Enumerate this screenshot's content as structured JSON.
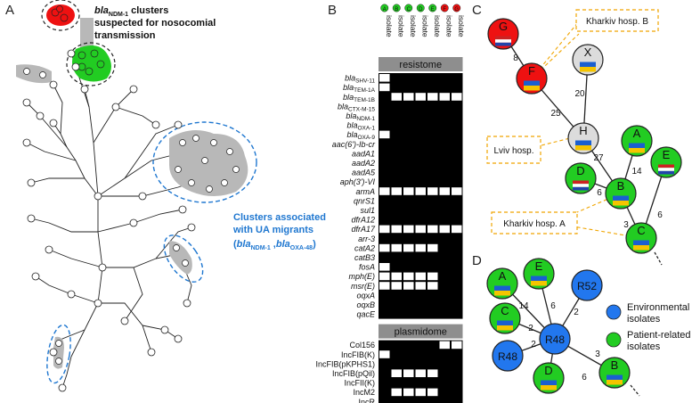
{
  "panel_labels": {
    "a": "A",
    "b": "B",
    "c": "C",
    "d": "D"
  },
  "panel_a": {
    "annotation_ndm_prefix": "bla",
    "annotation_ndm_sub": "NDM-1",
    "annotation_ndm_rest": " clusters",
    "annotation_ndm_line2": "suspected for nosocomial",
    "annotation_ndm_line3": "transmission",
    "annotation_ua_line1": "Clusters associated",
    "annotation_ua_line2": "with UA migrants",
    "annotation_ua_line3_open": "(",
    "annotation_ua_gene1_prefix": "bla",
    "annotation_ua_gene1_sub": "NDM-1",
    "annotation_ua_sep": " ,",
    "annotation_ua_gene2_prefix": "bla",
    "annotation_ua_gene2_sub": "OXA-48",
    "annotation_ua_close": ")"
  },
  "panel_b": {
    "isolates": [
      {
        "label": "isolate",
        "letter": "A",
        "color": "#22cc22"
      },
      {
        "label": "isolate",
        "letter": "B",
        "color": "#22cc22"
      },
      {
        "label": "isolate",
        "letter": "C",
        "color": "#22cc22"
      },
      {
        "label": "isolate",
        "letter": "D",
        "color": "#22cc22"
      },
      {
        "label": "isolate",
        "letter": "E",
        "color": "#22cc22"
      },
      {
        "label": "isolate",
        "letter": "F",
        "color": "#ee1111"
      },
      {
        "label": "isolate",
        "letter": "G",
        "color": "#ee1111"
      }
    ],
    "resistome_title": "resistome",
    "plasmidome_title": "plasmidome",
    "resistome_rows": [
      {
        "prefix": "bla",
        "sub": "SHV-11",
        "italic": true,
        "cells": [
          0,
          1,
          1,
          1,
          1,
          1,
          1
        ]
      },
      {
        "prefix": "bla",
        "sub": "TEM-1A",
        "italic": true,
        "cells": [
          0,
          1,
          1,
          1,
          1,
          1,
          1
        ]
      },
      {
        "prefix": "bla",
        "sub": "TEM-1B",
        "italic": true,
        "cells": [
          1,
          0,
          0,
          0,
          0,
          0,
          0
        ]
      },
      {
        "prefix": "bla",
        "sub": "CTX-M-15",
        "italic": true,
        "cells": [
          1,
          1,
          1,
          1,
          1,
          1,
          1
        ]
      },
      {
        "prefix": "bla",
        "sub": "NDM-1",
        "italic": true,
        "cells": [
          1,
          1,
          1,
          1,
          1,
          1,
          1
        ]
      },
      {
        "prefix": "bla",
        "sub": "OXA-1",
        "italic": true,
        "cells": [
          1,
          1,
          1,
          1,
          1,
          1,
          1
        ]
      },
      {
        "prefix": "bla",
        "sub": "OXA-9",
        "italic": true,
        "cells": [
          0,
          1,
          1,
          1,
          1,
          1,
          1
        ]
      },
      {
        "prefix": "aac(6')-Ib-cr",
        "sub": "",
        "italic": true,
        "cells": [
          1,
          1,
          1,
          1,
          1,
          1,
          1
        ]
      },
      {
        "prefix": "aadA1",
        "sub": "",
        "italic": true,
        "cells": [
          1,
          1,
          1,
          1,
          1,
          1,
          1
        ]
      },
      {
        "prefix": "aadA2",
        "sub": "",
        "italic": true,
        "cells": [
          1,
          1,
          1,
          1,
          1,
          1,
          1
        ]
      },
      {
        "prefix": "aadA5",
        "sub": "",
        "italic": true,
        "cells": [
          1,
          1,
          1,
          1,
          1,
          1,
          1
        ]
      },
      {
        "prefix": "aph(3')-VI",
        "sub": "",
        "italic": true,
        "cells": [
          1,
          1,
          1,
          1,
          1,
          1,
          1
        ]
      },
      {
        "prefix": "armA",
        "sub": "",
        "italic": true,
        "cells": [
          0,
          0,
          0,
          0,
          0,
          0,
          0
        ]
      },
      {
        "prefix": "qnrS1",
        "sub": "",
        "italic": true,
        "cells": [
          1,
          1,
          1,
          1,
          1,
          1,
          1
        ]
      },
      {
        "prefix": "sul1",
        "sub": "",
        "italic": true,
        "cells": [
          1,
          1,
          1,
          1,
          1,
          1,
          1
        ]
      },
      {
        "prefix": "dfrA12",
        "sub": "",
        "italic": true,
        "cells": [
          1,
          1,
          1,
          1,
          1,
          1,
          1
        ]
      },
      {
        "prefix": "dfrA17",
        "sub": "",
        "italic": true,
        "cells": [
          0,
          0,
          0,
          0,
          0,
          0,
          0
        ]
      },
      {
        "prefix": "arr-3",
        "sub": "",
        "italic": true,
        "cells": [
          1,
          1,
          1,
          1,
          1,
          1,
          1
        ]
      },
      {
        "prefix": "catA2",
        "sub": "",
        "italic": true,
        "cells": [
          0,
          0,
          0,
          0,
          0,
          1,
          1
        ]
      },
      {
        "prefix": "catB3",
        "sub": "",
        "italic": true,
        "cells": [
          1,
          1,
          1,
          1,
          1,
          1,
          1
        ]
      },
      {
        "prefix": "fosA",
        "sub": "",
        "italic": true,
        "cells": [
          0,
          1,
          1,
          1,
          1,
          1,
          1
        ]
      },
      {
        "prefix": "mph(E)",
        "sub": "",
        "italic": true,
        "cells": [
          0,
          0,
          0,
          0,
          0,
          1,
          1
        ]
      },
      {
        "prefix": "msr(E)",
        "sub": "",
        "italic": true,
        "cells": [
          0,
          0,
          0,
          0,
          0,
          1,
          1
        ]
      },
      {
        "prefix": "oqxA",
        "sub": "",
        "italic": true,
        "cells": [
          1,
          1,
          1,
          1,
          1,
          1,
          1
        ]
      },
      {
        "prefix": "oqxB",
        "sub": "",
        "italic": true,
        "cells": [
          1,
          1,
          1,
          1,
          1,
          1,
          1
        ]
      },
      {
        "prefix": "qacE",
        "sub": "",
        "italic": true,
        "cells": [
          1,
          1,
          1,
          1,
          1,
          1,
          1
        ]
      }
    ],
    "plasmid_rows": [
      {
        "prefix": "Col156",
        "sub": "",
        "italic": false,
        "cells": [
          1,
          1,
          1,
          1,
          1,
          0,
          0
        ]
      },
      {
        "prefix": "IncFIB(K)",
        "sub": "",
        "italic": false,
        "cells": [
          0,
          1,
          1,
          1,
          1,
          1,
          1
        ]
      },
      {
        "prefix": "IncFIB(pKPHS1)",
        "sub": "",
        "italic": false,
        "cells": [
          1,
          1,
          1,
          1,
          1,
          1,
          1
        ]
      },
      {
        "prefix": "IncFIB(pQil)",
        "sub": "",
        "italic": false,
        "cells": [
          1,
          0,
          0,
          0,
          0,
          1,
          1
        ]
      },
      {
        "prefix": "IncFII(K)",
        "sub": "",
        "italic": false,
        "cells": [
          1,
          1,
          1,
          1,
          1,
          1,
          1
        ]
      },
      {
        "prefix": "IncM2",
        "sub": "",
        "italic": false,
        "cells": [
          1,
          0,
          0,
          0,
          0,
          1,
          1
        ]
      },
      {
        "prefix": "IncR",
        "sub": "",
        "italic": false,
        "cells": [
          1,
          1,
          1,
          1,
          1,
          1,
          1
        ]
      }
    ]
  },
  "panel_c": {
    "hospital_labels": {
      "kharkiv_b": "Kharkiv hosp. B",
      "lviv": "Lviv hosp.",
      "kharkiv_a": "Kharkiv hosp. A"
    },
    "nodes": [
      {
        "id": "G",
        "fill": "#ee1111",
        "flag": "nl"
      },
      {
        "id": "F",
        "fill": "#ee1111",
        "flag": "ua"
      },
      {
        "id": "X",
        "fill": "#dcdcdc",
        "flag": "ua"
      },
      {
        "id": "H",
        "fill": "#dcdcdc",
        "flag": "ua"
      },
      {
        "id": "A",
        "fill": "#22cc22",
        "flag": "ua"
      },
      {
        "id": "D",
        "fill": "#22cc22",
        "flag": "nl"
      },
      {
        "id": "E",
        "fill": "#22cc22",
        "flag": "nl"
      },
      {
        "id": "B",
        "fill": "#22cc22",
        "flag": "ua"
      },
      {
        "id": "C",
        "fill": "#22cc22",
        "flag": "ua"
      }
    ],
    "edge_weights": {
      "G_F": "8",
      "F_H": "25",
      "X_H": "20",
      "H_B": "27",
      "A_B": "14",
      "D_B": "6",
      "E_C": "6",
      "B_C": "3"
    }
  },
  "panel_d": {
    "nodes": [
      {
        "id": "A",
        "fill": "#22cc22",
        "flag": "ua"
      },
      {
        "id": "E",
        "fill": "#22cc22",
        "flag": "ua"
      },
      {
        "id": "R52",
        "fill": "#2277ee",
        "flag": ""
      },
      {
        "id": "C",
        "fill": "#22cc22",
        "flag": "ua"
      },
      {
        "id": "R48",
        "fill": "#2277ee",
        "flag": ""
      },
      {
        "id": "R48",
        "fill": "#2277ee",
        "flag": ""
      },
      {
        "id": "D",
        "fill": "#22cc22",
        "flag": "ua"
      },
      {
        "id": "B",
        "fill": "#22cc22",
        "flag": "ua"
      }
    ],
    "edge_weights": {
      "A_R": "14",
      "E_R": "6",
      "R52_R": "2",
      "C_R": "2",
      "R48b_R": "2",
      "D_R": "6",
      "B_R": "3"
    },
    "legend": [
      {
        "label_line1": "Environmental",
        "label_line2": "isolates",
        "color": "#2277ee"
      },
      {
        "label_line1": "Patient-related",
        "label_line2": "isolates",
        "color": "#22cc22"
      }
    ]
  },
  "colors": {
    "red": "#ee1111",
    "green": "#22cc22",
    "grey_node": "#dcdcdc",
    "blue_annotation": "#1f77d0",
    "hospital_box": "#f0a500",
    "environmental": "#2277ee"
  }
}
